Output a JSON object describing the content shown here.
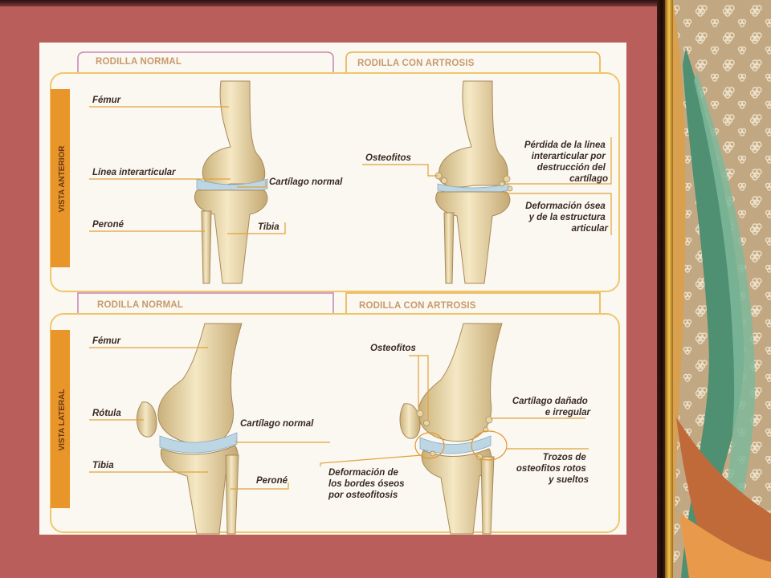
{
  "panels": {
    "anterior": {
      "side_label": "VISTA ANTERIOR",
      "normal_title": "RODILLA NORMAL",
      "artrosis_title": "RODILLA CON ARTROSIS",
      "normal_labels": {
        "femur": "Fémur",
        "linea": "Línea interarticular",
        "cartilago": "Cartílago normal",
        "perone": "Peroné",
        "tibia": "Tibia"
      },
      "artrosis_labels": {
        "osteofitos": "Osteofitos",
        "perdida": [
          "Pérdida de la línea",
          "interarticular por",
          "destrucción del",
          "cartílago"
        ],
        "deformacion": [
          "Deformación ósea",
          "y de la estructura",
          "articular"
        ]
      }
    },
    "lateral": {
      "side_label": "VISTA LATERAL",
      "normal_title": "RODILLA NORMAL",
      "artrosis_title": "RODILLA CON ARTROSIS",
      "normal_labels": {
        "femur": "Fémur",
        "rotula": "Rótula",
        "cartilago": "Cartílago normal",
        "tibia": "Tibia",
        "perone": "Peroné"
      },
      "artrosis_labels": {
        "osteofitos": "Osteofitos",
        "danado": [
          "Cartílago dañado",
          "e irregular"
        ],
        "trozos": [
          "Trozos de",
          "osteofitos rotos",
          "y sueltos"
        ],
        "bordes": [
          "Deformación de",
          "los bordes óseos",
          "por osteofitosis"
        ]
      }
    }
  },
  "colors": {
    "background": "#b95e5a",
    "accent_orange": "#e8952a",
    "pink_tab": "#c98ab8",
    "bone": "#ead7a8",
    "cartilage": "#bcd6e4"
  }
}
